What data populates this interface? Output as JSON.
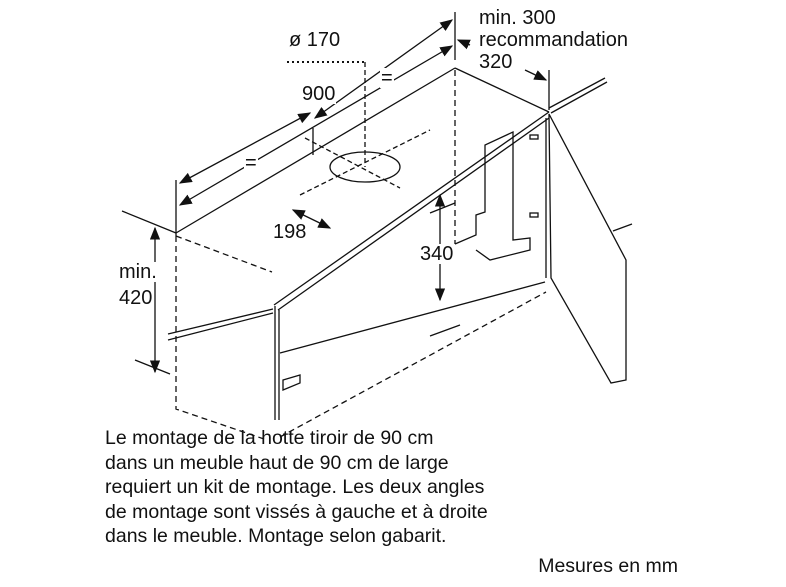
{
  "dimensions": {
    "min_300": "min. 300",
    "recommandation": "recommandation",
    "d320": "320",
    "diameter": "ø 170",
    "width": "900",
    "equal_top": "=",
    "equal_left": "=",
    "d198": "198",
    "d340": "340",
    "min_label": "min.",
    "d420": "420"
  },
  "description": [
    "Le montage de la hotte tiroir de 90 cm",
    "dans un meuble haut de 90 cm de large",
    "requiert un kit de montage. Les deux angles",
    "de montage sont vissés à gauche et à droite",
    "dans le meuble. Montage selon gabarit."
  ],
  "units_note": "Mesures en mm"
}
